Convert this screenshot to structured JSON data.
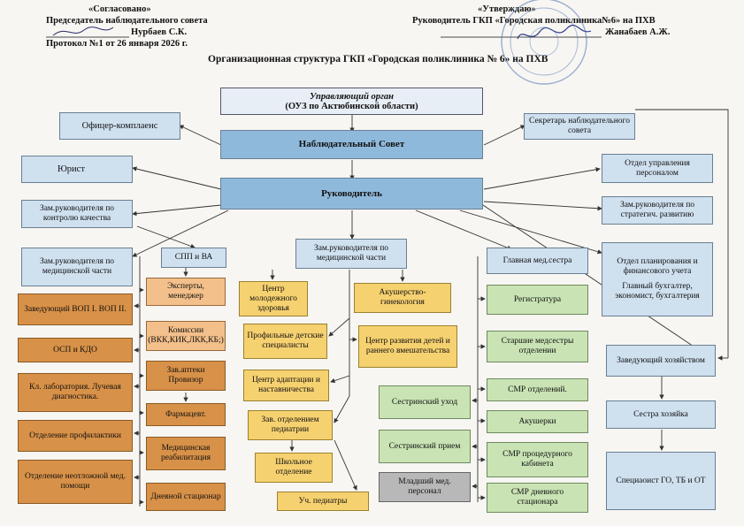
{
  "header": {
    "agreed_label": "«Согласовано»",
    "agreed_role": "Председатель наблюдательного совета",
    "agreed_name": "Нурбаев С.К.",
    "protocol": "Протокол №1 от 26 января 2026 г.",
    "approved_label": "«Утверждаю»",
    "approved_role": "Руководитель ГКП «Городская поликлиника№6» на ПХВ",
    "approved_name": "Жанабаев А.Ж.",
    "title": "Организационная структура ГКП «Городская поликлиника № 6» на ПХВ"
  },
  "nodes": {
    "governing_line1": "Управляющий орган",
    "governing_line2": "(ОУЗ по Актюбинской области)",
    "compliance": "Офицер-комплаенс",
    "supervisory": "Наблюдательный Совет",
    "secretary": "Секретарь наблюдательного совета",
    "lawyer": "Юрист",
    "director": "Руководитель",
    "hr": "Отдел управления персоналом",
    "deputy_quality": "Зам.руководителя по контролю качества",
    "deputy_strategy": "Зам.руководителя по стратегич. развитию",
    "deputy_medical_left": "Зам.руководителя по медицинской части",
    "spp": "СПП и ВА",
    "deputy_medical_center": "Зам.руководителя по медицинской части",
    "head_nurse": "Главная мед.сестра",
    "finance_line1": "Отдел планирования и финансового учета",
    "finance_line2": "Главный бухгалтер, экономист, бухгалтерия",
    "head_vop": "Заведующий ВОП I. ВОП II.",
    "osp": "ОСП и КДО",
    "lab": "Кл. лаборатория. Лучевая диагностика.",
    "prevention": "Отделение профилактики",
    "emergency": "Отделение неотложной мед. помощи",
    "experts": "Эксперты, менеджер",
    "commissions": "Комиссии (ВКК,КИК,ЛКК,КБ;)",
    "pharmacy": "Зав.аптеки Провизор",
    "pharmacist": "Фармацевт.",
    "rehab": "Медицинская реабилитация",
    "day_hospital": "Дневной стационар",
    "youth": "Центр молодежного здоровья",
    "obstetrics": "Акушерство-гинекология",
    "pediatric_specialists": "Профильные детские специалисты",
    "child_dev": "Центр развития детей и раннего вмешательства",
    "adaptation": "Центр адаптации и наставничества",
    "pediatrics_head": "Зав. отделением педиатрии",
    "school": "Школьное отделение",
    "district_pediatricians": "Уч. педиатры",
    "registry": "Регистратура",
    "senior_nurses": "Старшие медсестры отделении",
    "nursing_care": "Сестринский уход",
    "smr_departments": "СМР отделений.",
    "midwives": "Акушерки",
    "nursing_reception": "Сестринский прием",
    "smr_procedure": "СМР процедурного кабинета",
    "junior_staff": "Младший мед. персонал",
    "smr_day": "СМР дневного стационара",
    "household_head": "Заведующий хозяйством",
    "housekeeper": "Сестра хозяйка",
    "civil_defense": "Специаоист ГО, ТБ и ОТ"
  },
  "colors": {
    "light_blue": "#cfe0ef",
    "dark_blue": "#8fb9db",
    "green": "#c9e3b4",
    "orange": "#f3bf8a",
    "brown": "#d89148",
    "yellow": "#f6d170",
    "gray": "#b8b8b8",
    "seal": "#4d6fb3"
  }
}
